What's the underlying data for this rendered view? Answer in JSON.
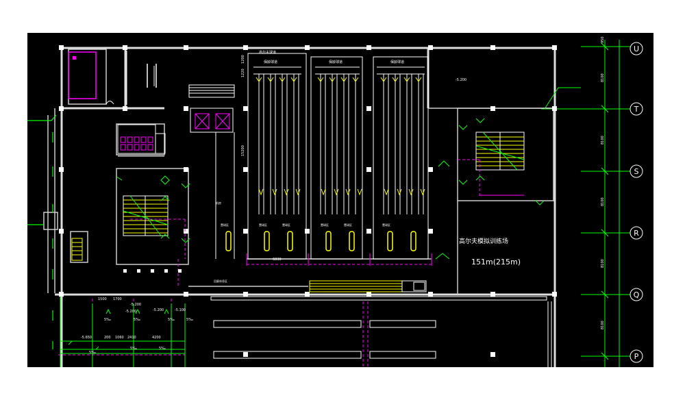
{
  "drawing": {
    "background": "#000000",
    "colors": {
      "wall": "#e8e8e8",
      "line": "#ffffff",
      "green": "#00ff00",
      "magenta": "#ff00ff",
      "yellow": "#ffff00",
      "text": "#ffffff",
      "gridline": "#00ff00"
    }
  },
  "axes": {
    "labels": [
      "U",
      "T",
      "S",
      "R",
      "Q",
      "P"
    ],
    "spacings": [
      "950",
      "8100",
      "8100",
      "8100",
      "8100",
      "8100"
    ]
  },
  "labels": {
    "golf_area": "高尔夫模拟训练场",
    "golf_area_size": "151m(215m)",
    "top_title": "高尔夫球道",
    "lane_header_1": "保龄球道",
    "lane_header_2": "保龄球道",
    "lane_header_3": "保龄球道",
    "elev_top": "-5.200",
    "dim_left_top": "1220",
    "dim_left_top2": "1200",
    "dim_mid_left": "15200",
    "dim_lanes_bottom": "6830",
    "left_room": "机房",
    "bowl_tag_1": "置球区",
    "bowl_tag_2": "置球区",
    "bowl_tag_3": "置球区",
    "bowl_tag_4": "置球区",
    "bowl_tag_5": "置球区",
    "bowl_tag_6": "置球区",
    "corridor_label": "回廊休息区",
    "bottom_dims": {
      "d1": "1500",
      "d2": "1700",
      "d3": "-5.200",
      "d4": "-5.200",
      "d5": "-5.100",
      "d6": "-5.200",
      "d7": "-5.650",
      "d8": "200",
      "d9": "1060",
      "d10": "2410",
      "d11": "4200",
      "d12": "5‰",
      "d13": "5‰",
      "d14": "5‰",
      "d15": "5‰",
      "d16": "5‰",
      "d17": "5‰",
      "d18": "5‰"
    }
  }
}
